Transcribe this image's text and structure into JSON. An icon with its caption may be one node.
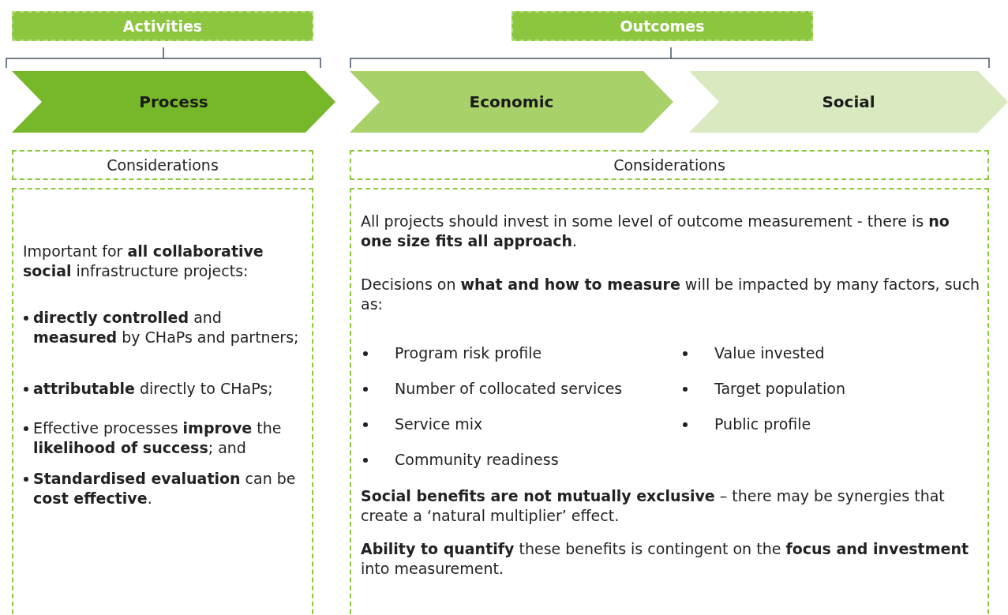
{
  "diagram": {
    "nodes": [
      {
        "text": [
          "Activities"
        ]
      },
      {
        "text": [
          "Outcomes"
        ]
      },
      {
        "text": [
          "Process"
        ]
      },
      {
        "text": [
          "Economic"
        ]
      },
      {
        "text": [
          "Social"
        ]
      },
      {
        "text": [
          "Considerations"
        ]
      },
      {
        "text": [
          "Important for **all collaborative social** infrastructure projects:",
          "**directly controlled** and **measured** by CHaPs and partners;",
          "**attributable** directly to CHaPs;",
          "Effective processes **improve** the **likelihood of success**; and",
          "**Standardised evaluation** can be **cost effective**."
        ]
      },
      {
        "text": [
          "Considerations"
        ]
      },
      {
        "text": [
          "All projects should invest in some level of outcome measurement - there is **no one size fits all approach**.",
          "Decisions on **what and how to measure** will be impacted by many factors, such as:",
          "Program risk profile",
          "Value invested",
          "Number of collocated services",
          "Target population",
          "Service mix",
          "Public profile",
          "Community readiness",
          "**Social benefits are not mutually exclusive** – there may be synergies that create a ‘natural multiplier’ effect.",
          "**Ability to quantify** these benefits is contingent on the **focus and investment** into measurement."
        ]
      }
    ],
    "edges": []
  }
}
